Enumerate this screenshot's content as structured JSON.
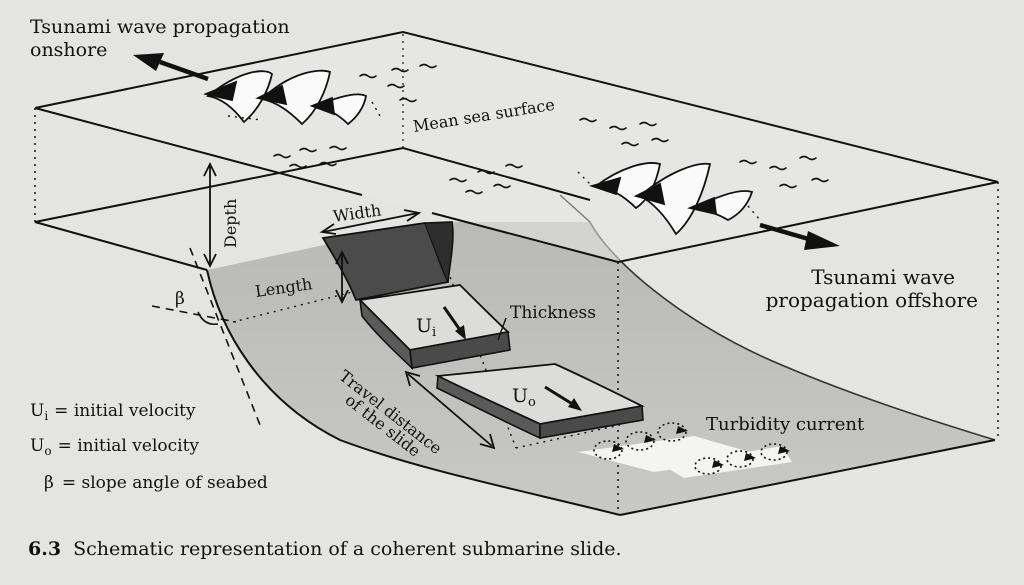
{
  "labels": {
    "onshore_line1": "Tsunami wave propagation",
    "onshore_line2": "onshore",
    "mean_sea_surface": "Mean sea surface",
    "depth": "Depth",
    "width": "Width",
    "length": "Length",
    "beta": "β",
    "thickness": "Thickness",
    "ui_main": "U",
    "ui_sub": "i",
    "uo_main": "U",
    "uo_sub": "o",
    "travel_line1": "Travel distance",
    "travel_line2": "of the slide",
    "turbidity": "Turbidity current",
    "offshore_line1": "Tsunami wave",
    "offshore_line2": "propagation offshore"
  },
  "legend": [
    {
      "symbol": "U",
      "sub": "i",
      "text": "= initial velocity"
    },
    {
      "symbol": "U",
      "sub": "o",
      "text": "= initial velocity"
    },
    {
      "symbol": "β",
      "sub": "",
      "text": "= slope angle of seabed"
    }
  ],
  "caption": {
    "number": "6.3",
    "text": "Schematic representation of a coherent submarine slide."
  }
}
